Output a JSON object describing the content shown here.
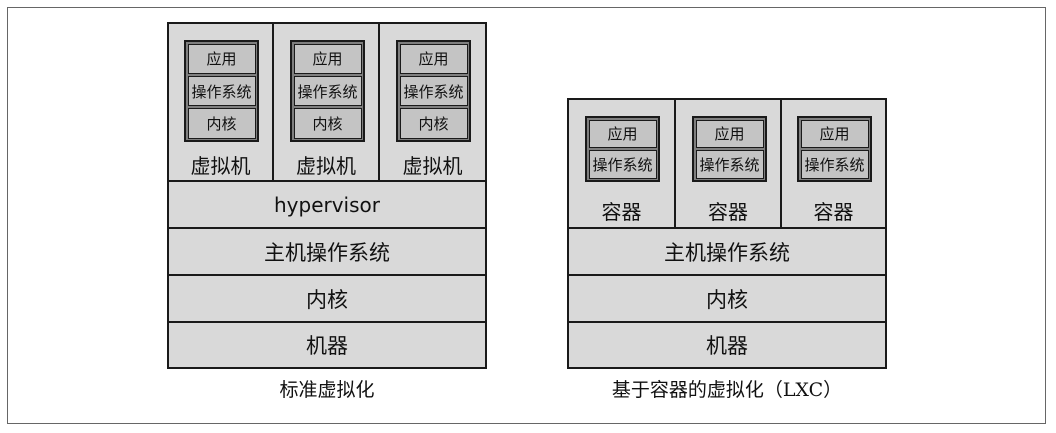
{
  "left": {
    "cells": [
      {
        "app": "应用",
        "os": "操作系统",
        "kernel": "内核",
        "label": "虚拟机"
      },
      {
        "app": "应用",
        "os": "操作系统",
        "kernel": "内核",
        "label": "虚拟机"
      },
      {
        "app": "应用",
        "os": "操作系统",
        "kernel": "内核",
        "label": "虚拟机"
      }
    ],
    "layers": [
      "hypervisor",
      "主机操作系统",
      "内核",
      "机器"
    ],
    "caption": "标准虚拟化"
  },
  "right": {
    "cells": [
      {
        "app": "应用",
        "os": "操作系统",
        "label": "容器"
      },
      {
        "app": "应用",
        "os": "操作系统",
        "label": "容器"
      },
      {
        "app": "应用",
        "os": "操作系统",
        "label": "容器"
      }
    ],
    "layers": [
      "主机操作系统",
      "内核",
      "机器"
    ],
    "caption": "基于容器的虚拟化（LXC）"
  }
}
